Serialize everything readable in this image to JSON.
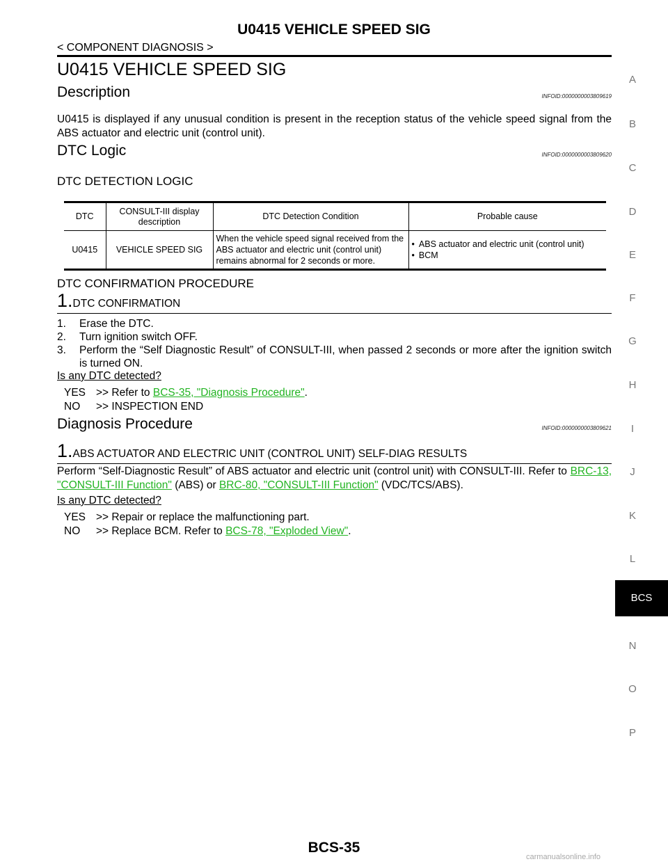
{
  "header": {
    "title": "U0415 VEHICLE SPEED SIG",
    "subtitle": "< COMPONENT DIAGNOSIS >"
  },
  "main_title": "U0415 VEHICLE SPEED SIG",
  "description": {
    "heading": "Description",
    "infoid": "INFOID:0000000003809619",
    "text": "U0415 is displayed if any unusual condition is present in the reception status of the vehicle speed signal from the ABS actuator and electric unit (control unit)."
  },
  "dtc_logic": {
    "heading": "DTC Logic",
    "infoid": "INFOID:0000000003809620",
    "detection_heading": "DTC DETECTION LOGIC",
    "table": {
      "headers": [
        "DTC",
        "CONSULT-III display description",
        "DTC Detection Condition",
        "Probable cause"
      ],
      "row": {
        "dtc": "U0415",
        "display": "VEHICLE SPEED SIG",
        "condition": "When the vehicle speed signal received from the ABS actuator and electric unit (control unit) remains abnormal for 2 seconds or more.",
        "causes": [
          "ABS actuator and electric unit (control unit)",
          "BCM"
        ]
      }
    },
    "confirmation_heading": "DTC CONFIRMATION PROCEDURE",
    "step1": {
      "num": "1.",
      "title": "DTC CONFIRMATION",
      "items": [
        {
          "n": "1.",
          "text": "Erase the DTC."
        },
        {
          "n": "2.",
          "text": "Turn ignition switch OFF."
        },
        {
          "n": "3.",
          "text": "Perform the “Self Diagnostic Result” of CONSULT-III, when passed 2 seconds or more after the ignition switch is turned ON."
        }
      ],
      "question": "Is any DTC detected?",
      "yes_key": "YES",
      "yes_text": ">> Refer to ",
      "yes_link": "BCS-35, \"Diagnosis Procedure\"",
      "yes_end": ".",
      "no_key": "NO",
      "no_text": ">> INSPECTION END"
    }
  },
  "diagnosis": {
    "heading": "Diagnosis Procedure",
    "infoid": "INFOID:0000000003809621",
    "step1": {
      "num": "1.",
      "title": "ABS ACTUATOR AND ELECTRIC UNIT (CONTROL UNIT) SELF-DIAG RESULTS",
      "text_a": "Perform “Self-Diagnostic Result” of ABS actuator and electric unit (control unit) with CONSULT-III. Refer to ",
      "link1": "BRC-13, \"CONSULT-III Function\"",
      "text_b": " (ABS) or ",
      "link2": "BRC-80, \"CONSULT-III Function\"",
      "text_c": " (VDC/TCS/ABS).",
      "question": "Is any DTC detected?",
      "yes_key": "YES",
      "yes_text": ">> Repair or replace the malfunctioning part.",
      "no_key": "NO",
      "no_text": ">> Replace BCM. Refer to ",
      "no_link": "BCS-78, \"Exploded View\"",
      "no_end": "."
    }
  },
  "side_index": [
    "A",
    "B",
    "C",
    "D",
    "E",
    "F",
    "G",
    "H",
    "I",
    "J",
    "K",
    "L",
    "N",
    "O",
    "P"
  ],
  "side_tab": "BCS",
  "footer": "BCS-35",
  "watermark": "carmanualsonline.info",
  "colors": {
    "link": "#22b422",
    "tab_bg": "#000000"
  }
}
